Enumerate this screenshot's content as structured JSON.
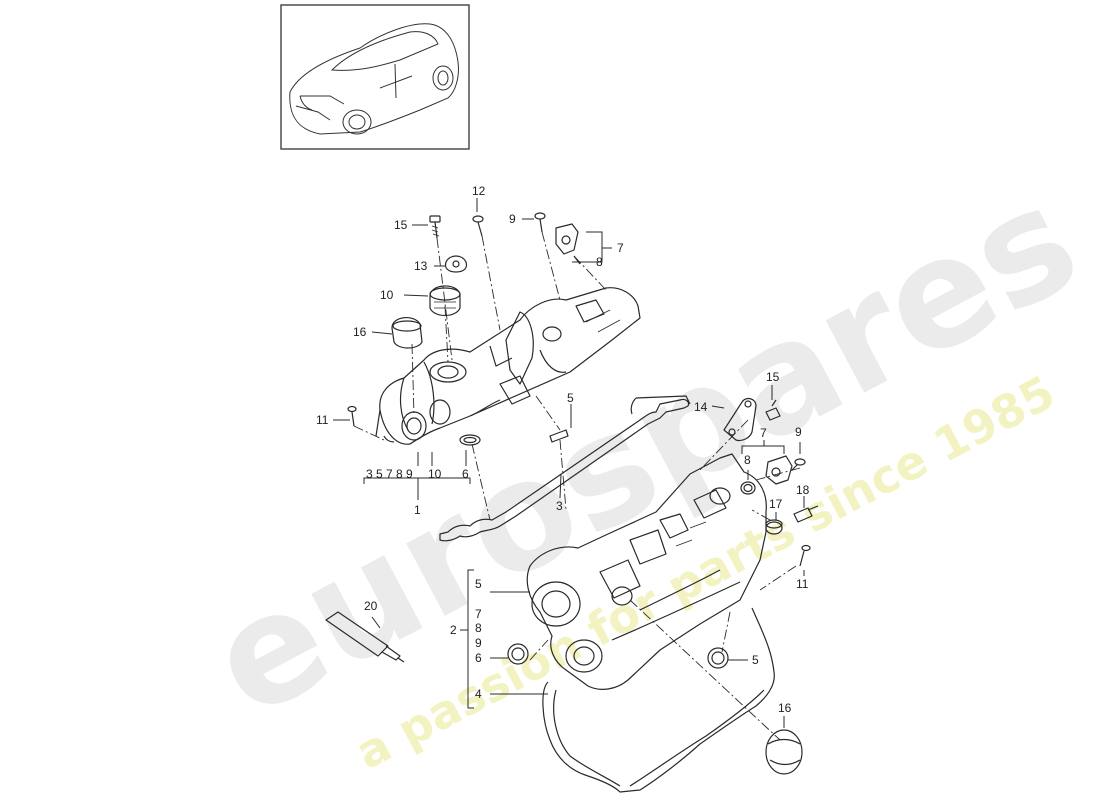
{
  "watermark": {
    "brand": "eurospares",
    "tagline": "a passion for parts since 1985"
  },
  "callouts": {
    "c1": "1",
    "c2": "2",
    "c3": "3",
    "c4": "4",
    "c5a": "5",
    "c5b": "5",
    "c5c": "5",
    "c6a": "6",
    "c6b": "6",
    "c7a": "7",
    "c7b": "7",
    "c7c": "7",
    "c8a": "8",
    "c8b": "8",
    "c8c": "8",
    "c8d": "8",
    "c9a": "9",
    "c9b": "9",
    "c9c": "9",
    "c9d": "9",
    "c10a": "10",
    "c10b": "10",
    "c11a": "11",
    "c11b": "11",
    "c12": "12",
    "c13": "13",
    "c14": "14",
    "c15a": "15",
    "c15b": "15",
    "c16a": "16",
    "c16b": "16",
    "c17": "17",
    "c18": "18",
    "c20": "20",
    "c3b": "3"
  },
  "colors": {
    "line": "#2a2a2a",
    "watermark": "#d6d6d6",
    "watermark_tagline": "#ecec9c"
  }
}
